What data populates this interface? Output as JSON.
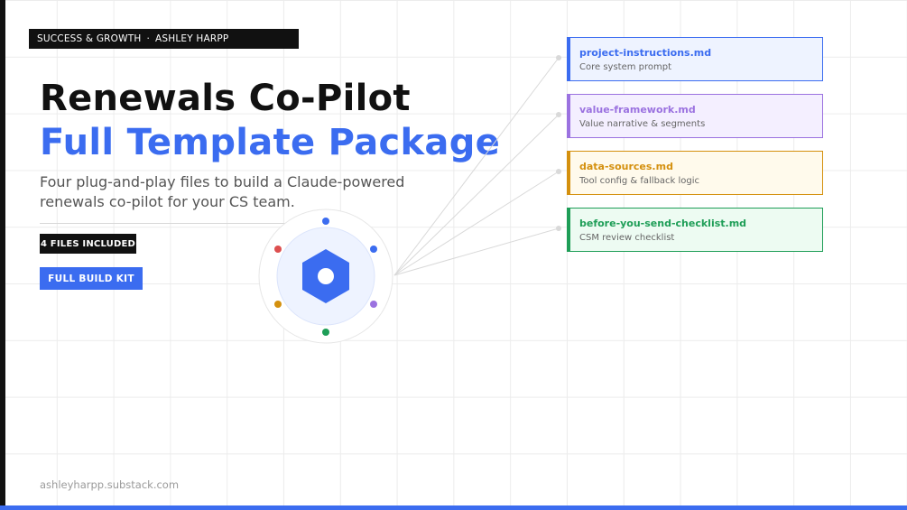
{
  "header": {
    "eyebrow_left": "SUCCESS & GROWTH",
    "eyebrow_separator": "·",
    "eyebrow_right": "ASHLEY HARPP"
  },
  "hero": {
    "title_line1": "Renewals Co-Pilot",
    "title_line2": "Full Template Package",
    "subtitle": "Four plug-and-play files to build a Claude-powered renewals co-pilot for your CS team."
  },
  "badges": {
    "files_included": "4 FILES INCLUDED",
    "build_kit": "FULL BUILD KIT"
  },
  "footer": {
    "url": "ashleyharpp.substack.com"
  },
  "hub": {
    "icon": "hexagon-icon",
    "color": "#3b6cf0",
    "dot_colors": [
      "#3b6cf0",
      "#3b6cf0",
      "#9b72e0",
      "#1e9e57",
      "#d4900e",
      "#dd4f4f"
    ]
  },
  "files": [
    {
      "name": "project-instructions.md",
      "desc": "Core system prompt",
      "color": "#3b6cf0",
      "bg": "#eef3ff"
    },
    {
      "name": "value-framework.md",
      "desc": "Value narrative & segments",
      "color": "#9b72e0",
      "bg": "#f4efff"
    },
    {
      "name": "data-sources.md",
      "desc": "Tool config & fallback logic",
      "color": "#d4900e",
      "bg": "#fffaec"
    },
    {
      "name": "before-you-send-checklist.md",
      "desc": "CSM review checklist",
      "color": "#1e9e57",
      "bg": "#edfbf2"
    }
  ],
  "colors": {
    "accent": "#3b6cf0",
    "dark": "#111111"
  }
}
